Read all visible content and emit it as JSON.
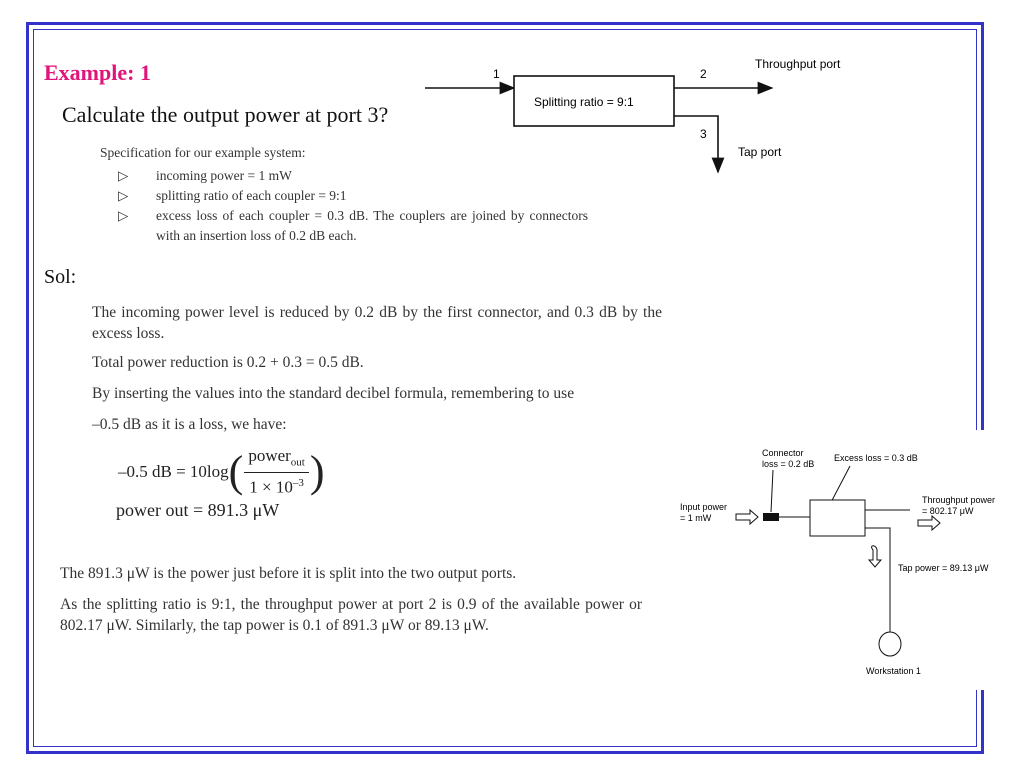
{
  "title": "Example: 1",
  "question": "Calculate the output power at port 3?",
  "spec": {
    "heading": "Specification for our example system:",
    "bullet": "▷",
    "items": [
      "incoming power = 1 mW",
      "splitting ratio of each coupler = 9:1",
      "excess loss of each coupler = 0.3 dB. The couplers are joined by connectors with an insertion loss of 0.2 dB each."
    ]
  },
  "coupler_diagram": {
    "port1": "1",
    "port2": "2",
    "port3": "3",
    "box_label": "Splitting ratio = 9:1",
    "throughput_label": "Throughput port",
    "tap_label": "Tap port"
  },
  "sol_label": "Sol:",
  "solution": {
    "p1": "The incoming power level is reduced by 0.2 dB by the first connector, and 0.3 dB by the excess loss.",
    "p2": "Total power reduction is 0.2 + 0.3 = 0.5 dB.",
    "p3": "By inserting the values into the standard decibel formula, remembering to use",
    "p4": "–0.5 dB as it is a loss, we have:",
    "formula_lhs": "–0.5 dB = 10log",
    "formula_num": "power",
    "formula_num_sub": "out",
    "formula_den": "1 × 10",
    "formula_den_sup": "–3",
    "power_out": "power out = 891.3 μW",
    "q1": "The 891.3 μW is the power just before it is split into the two output ports.",
    "q2": "As the splitting ratio is 9:1, the throughput power at port 2 is 0.9 of the available power or 802.17 μW. Similarly, the tap power is 0.1 of 891.3 μW or 89.13 μW."
  },
  "network_diagram": {
    "connector_label_1": "Connector",
    "connector_label_2": "loss = 0.2 dB",
    "excess_label": "Excess loss = 0.3 dB",
    "input_label_1": "Input power",
    "input_label_2": "= 1 mW",
    "throughput_label_1": "Throughput power",
    "throughput_label_2": "= 802.17 μW",
    "tap_label": "Tap power = 89.13 μW",
    "workstation_label": "Workstation 1"
  },
  "colors": {
    "frame": "#3333cc",
    "title": "#e0157a"
  }
}
